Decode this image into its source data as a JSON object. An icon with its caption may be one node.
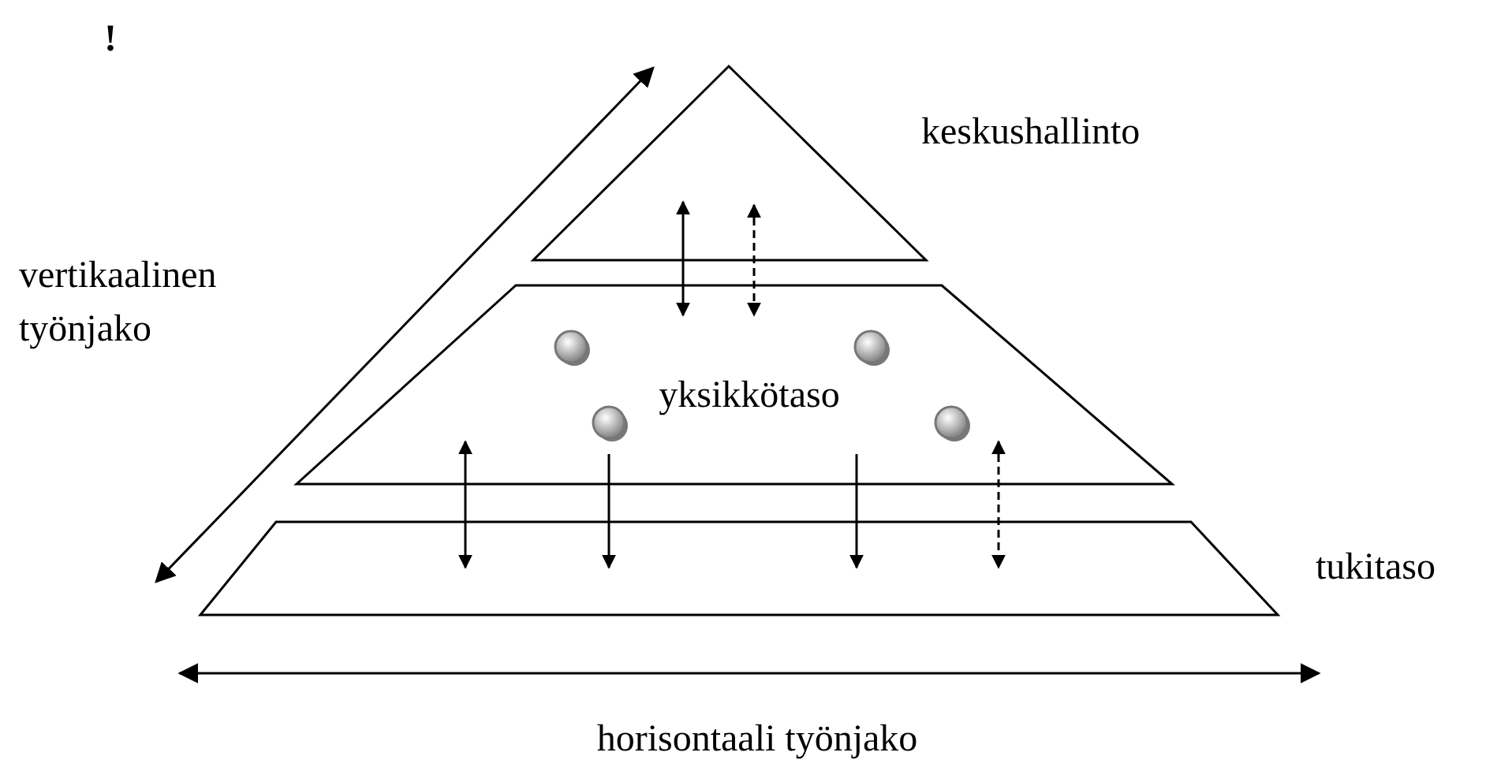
{
  "diagram": {
    "nodes": [
      {
        "text": [
          "keskushallinto"
        ]
      },
      {
        "text": [
          "yksikkötaso"
        ]
      },
      {
        "text": [
          "tukitaso"
        ]
      },
      {
        "text": [],
        "shape": "circle",
        "in": 1
      },
      {
        "text": [],
        "shape": "circle",
        "in": 1
      },
      {
        "text": [],
        "shape": "circle",
        "in": 1
      },
      {
        "text": [],
        "shape": "circle",
        "in": 1
      }
    ],
    "edges": [
      {
        "from": 0,
        "to": 1,
        "arrow": "both"
      },
      {
        "from": 0,
        "to": 1,
        "arrow": "both",
        "style": "dashed"
      },
      {
        "from": 1,
        "to": 2,
        "arrow": "both"
      },
      {
        "from": 5,
        "to": 2,
        "arrow": "to"
      },
      {
        "from": 1,
        "to": 2,
        "arrow": "to"
      },
      {
        "from": 6,
        "to": 2,
        "arrow": "both",
        "style": "dashed"
      }
    ],
    "labels": [
      "!",
      "vertikaalinen työnjako",
      "horisontaali työnjako"
    ]
  }
}
